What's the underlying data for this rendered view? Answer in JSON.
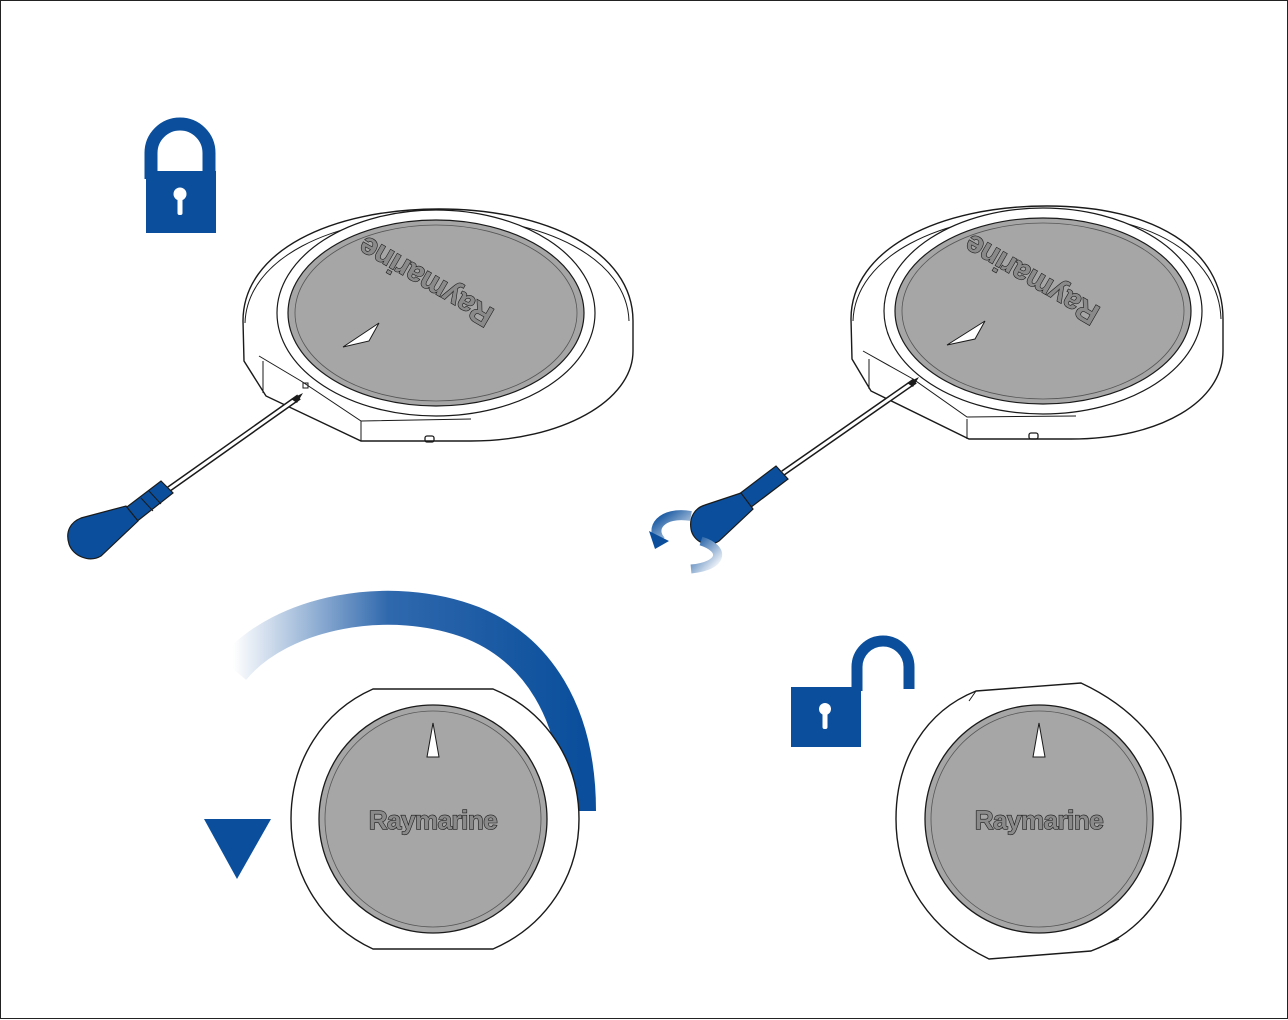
{
  "brand": {
    "name": "Raymarine"
  },
  "colors": {
    "accent": "#0b4f9c",
    "dome": "#a6a6a6",
    "outline": "#1a1a1a",
    "body": "#ffffff"
  },
  "panels": [
    {
      "id": "panel-1",
      "lock_state": "locked",
      "tool": "screwdriver",
      "icon": "padlock-closed-icon"
    },
    {
      "id": "panel-2",
      "lock_state": "locked",
      "tool": "screwdriver",
      "icon": "rotate-arrow-icon"
    },
    {
      "id": "panel-3",
      "lock_state": "locked",
      "tool": "none",
      "icon": "counterclockwise-arrow-icon"
    },
    {
      "id": "panel-4",
      "lock_state": "unlocked",
      "tool": "none",
      "icon": "padlock-open-icon"
    }
  ]
}
